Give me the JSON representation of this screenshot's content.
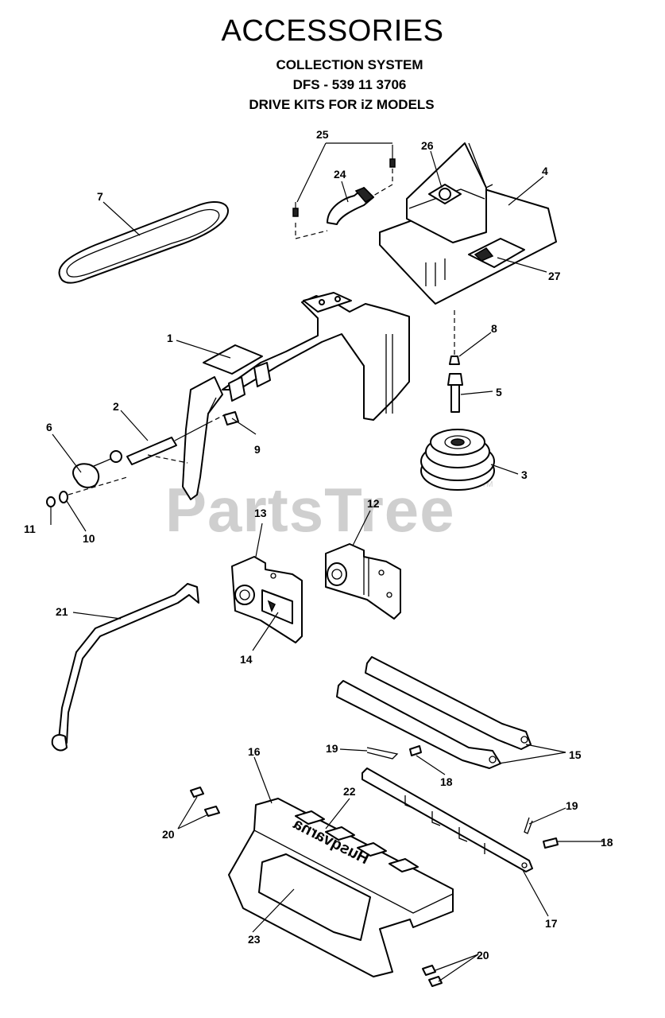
{
  "header": {
    "title": "ACCESSORIES",
    "subtitle_1": "COLLECTION SYSTEM",
    "subtitle_2": "DFS - 539 11 3706",
    "subtitle_3": "DRIVE KITS FOR iZ MODELS"
  },
  "watermark": {
    "text": "PartsTree",
    "mark": "TM"
  },
  "callouts": {
    "c1": "1",
    "c2": "2",
    "c3": "3",
    "c4": "4",
    "c5": "5",
    "c6": "6",
    "c7": "7",
    "c8": "8",
    "c9": "9",
    "c10": "10",
    "c11": "11",
    "c12": "12",
    "c13": "13",
    "c14": "14",
    "c15": "15",
    "c16": "16",
    "c17": "17",
    "c18a": "18",
    "c18b": "18",
    "c19a": "19",
    "c19b": "19",
    "c20a": "20",
    "c20b": "20",
    "c21": "21",
    "c22": "22",
    "c23": "23",
    "c24": "24",
    "c25": "25",
    "c26": "26",
    "c27": "27"
  },
  "plate_text": "Husqvarna"
}
